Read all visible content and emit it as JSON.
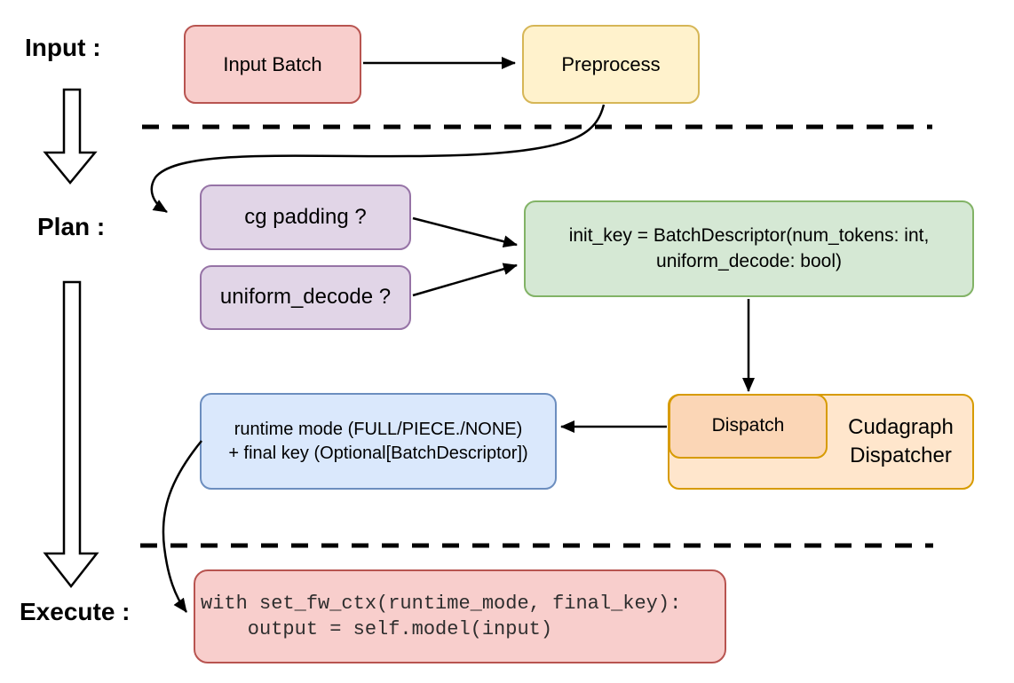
{
  "stage_labels": {
    "input": "Input :",
    "plan": "Plan :",
    "execute": "Execute :"
  },
  "nodes": {
    "input_batch": {
      "label": "Input Batch",
      "fill": "#F8CECC",
      "stroke": "#B85450"
    },
    "preprocess": {
      "label": "Preprocess",
      "fill": "#FFF2CC",
      "stroke": "#D6B656"
    },
    "cg_padding": {
      "label": "cg padding ?",
      "fill": "#E1D5E7",
      "stroke": "#9673A6"
    },
    "uniform_decode": {
      "label": "uniform_decode ?",
      "fill": "#E1D5E7",
      "stroke": "#9673A6"
    },
    "init_key": {
      "line1": "init_key = BatchDescriptor(num_tokens: int,",
      "line2": "uniform_decode: bool)",
      "fill": "#D5E8D4",
      "stroke": "#82B366"
    },
    "runtime_mode": {
      "line1": "runtime mode (FULL/PIECE./NONE)",
      "line2": "+ final key (Optional[BatchDescriptor])",
      "fill": "#DAE8FC",
      "stroke": "#6C8EBF"
    },
    "dispatch": {
      "label": "Dispatch",
      "fill": "#FBD6B6",
      "stroke": "#D79B00"
    },
    "cudagraph_dispatcher": {
      "line1": "Cudagraph",
      "line2": "Dispatcher",
      "fill": "#FFE6CC",
      "stroke": "#D79B00"
    },
    "execute_code": {
      "line1": "with set_fw_ctx(runtime_mode, final_key):",
      "line2": "    output = self.model(input)",
      "fill": "#F8CECC",
      "stroke": "#B85450"
    }
  },
  "connector_color": "#000000"
}
